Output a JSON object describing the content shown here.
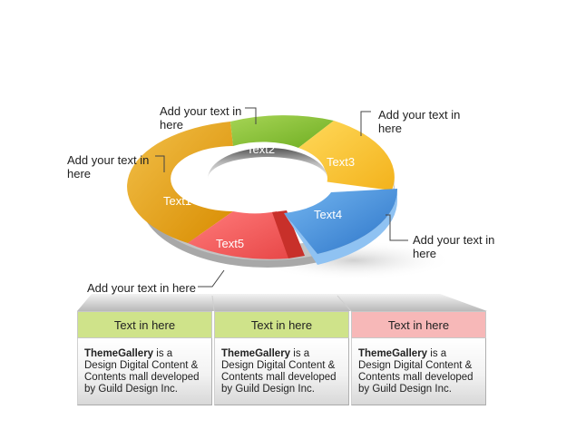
{
  "segments": [
    {
      "label": "Text1",
      "color": "#e8a810"
    },
    {
      "label": "Text2",
      "color": "#8cc63f"
    },
    {
      "label": "Text3",
      "color": "#f8c830"
    },
    {
      "label": "Text4",
      "color": "#3a88d8"
    },
    {
      "label": "Text5",
      "color": "#f05a5a"
    }
  ],
  "callouts": [
    {
      "text": "Add your text in here"
    },
    {
      "text": "Add your text in here"
    },
    {
      "text": "Add your text in here"
    },
    {
      "text": "Add your text in here"
    },
    {
      "text": "Add your text in here"
    }
  ],
  "boxes": [
    {
      "header": "Text in here",
      "header_color": "#cfe38a",
      "bold": "ThemeGallery",
      "body": " is a Design Digital Content & Contents mall developed by Guild Design Inc."
    },
    {
      "header": "Text in here",
      "header_color": "#cfe38a",
      "bold": "ThemeGallery",
      "body": " is a Design Digital Content & Contents mall developed by Guild Design Inc."
    },
    {
      "header": "Text in here",
      "header_color": "#f7b8b8",
      "bold": "ThemeGallery",
      "body": " is a Design Digital Content & Contents mall developed by Guild Design Inc."
    }
  ]
}
